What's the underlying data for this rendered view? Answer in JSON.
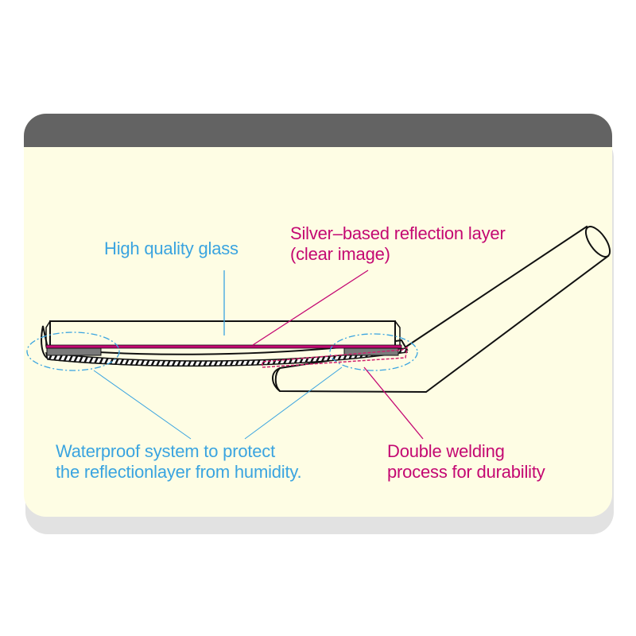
{
  "labels": {
    "glass": "High quality glass",
    "silver_line1": "Silver–based reflection layer",
    "silver_line2": "(clear image)",
    "waterproof_line1": "Waterproof system to protect",
    "waterproof_line2": "the reflectionlayer from humidity.",
    "welding_line1": "Double welding",
    "welding_line2": "process for durability"
  },
  "colors": {
    "blue_label": "#3aa4e0",
    "magenta_label": "#c40872",
    "card_background": "#fefde4",
    "header_bar": "#636363",
    "seal_block": "#7a7a7a"
  }
}
